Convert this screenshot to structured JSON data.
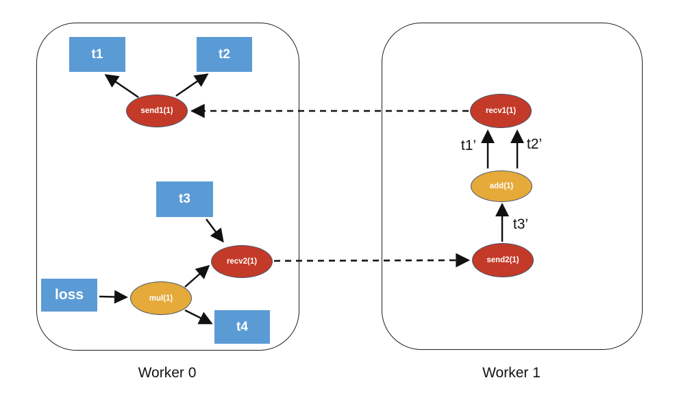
{
  "diagram": {
    "workers": [
      {
        "id": "worker0",
        "label": "Worker 0"
      },
      {
        "id": "worker1",
        "label": "Worker 1"
      }
    ],
    "nodes": {
      "t1": {
        "label": "t1",
        "type": "tensor"
      },
      "t2": {
        "label": "t2",
        "type": "tensor"
      },
      "t3": {
        "label": "t3",
        "type": "tensor"
      },
      "t4": {
        "label": "t4",
        "type": "tensor"
      },
      "loss": {
        "label": "loss",
        "type": "tensor"
      },
      "send1": {
        "label": "send1(1)",
        "type": "send-recv-op"
      },
      "recv2": {
        "label": "recv2(1)",
        "type": "send-recv-op"
      },
      "mul": {
        "label": "mul(1)",
        "type": "compute-op"
      },
      "recv1": {
        "label": "recv1(1)",
        "type": "send-recv-op"
      },
      "add": {
        "label": "add(1)",
        "type": "compute-op"
      },
      "send2": {
        "label": "send2(1)",
        "type": "send-recv-op"
      }
    },
    "edge_labels": {
      "t1_prime": "t1’",
      "t2_prime": "t2’",
      "t3_prime": "t3’"
    },
    "colors": {
      "tensor_fill": "#5b9bd5",
      "send_recv_fill": "#c43a28",
      "compute_fill": "#e5aa3a",
      "node_border": "#44546a",
      "node_text": "#ffffff",
      "arrow": "#111111",
      "background": "#ffffff"
    }
  }
}
